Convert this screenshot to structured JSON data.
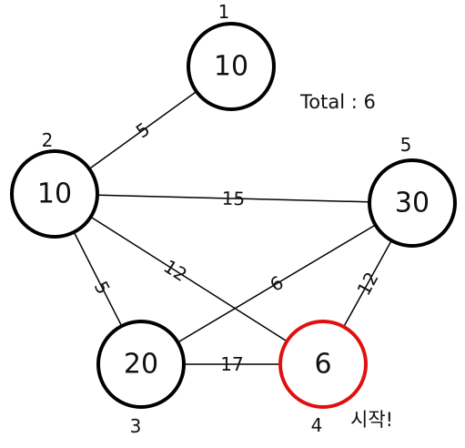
{
  "total_text": "Total : 6",
  "start_text": "시작!",
  "colors": {
    "node_stroke": "#000000",
    "start_stroke": "#e01010",
    "edge": "#000000"
  },
  "nodes": [
    {
      "id": "1",
      "value": "10"
    },
    {
      "id": "2",
      "value": "10"
    },
    {
      "id": "3",
      "value": "20"
    },
    {
      "id": "4",
      "value": "6",
      "start": true
    },
    {
      "id": "5",
      "value": "30"
    }
  ],
  "edges": [
    {
      "from": "1",
      "to": "2",
      "weight": "5"
    },
    {
      "from": "2",
      "to": "5",
      "weight": "15"
    },
    {
      "from": "2",
      "to": "3",
      "weight": "5"
    },
    {
      "from": "2",
      "to": "4",
      "weight": "12"
    },
    {
      "from": "3",
      "to": "5",
      "weight": "6"
    },
    {
      "from": "3",
      "to": "4",
      "weight": "17"
    },
    {
      "from": "5",
      "to": "4",
      "weight": "12"
    }
  ]
}
